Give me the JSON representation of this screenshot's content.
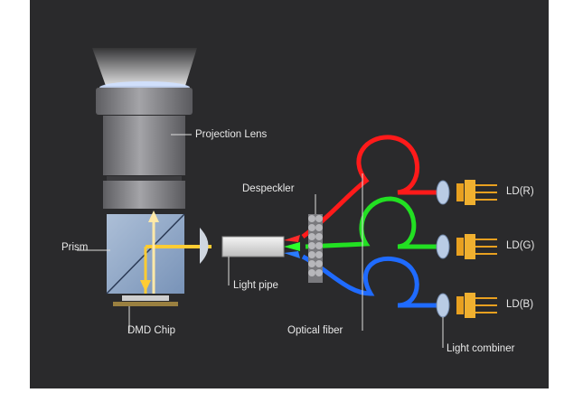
{
  "labels": {
    "projection_lens": "Projection Lens",
    "prism": "Prism",
    "dmd_chip": "DMD Chip",
    "light_pipe": "Light pipe",
    "despeckler": "Despeckler",
    "optical_fiber": "Optical fiber",
    "light_combiner": "Light combiner",
    "ld_r": "LD(R)",
    "ld_g": "LD(G)",
    "ld_b": "LD(B)"
  },
  "colors": {
    "background": "#2a2a2c",
    "red": "#ff1a1a",
    "green": "#22e022",
    "blue": "#1f6bff",
    "laser_gold": "#e8a020",
    "lens_grey": "#8a8a8e",
    "prism_blue": "#9ab4d6"
  }
}
